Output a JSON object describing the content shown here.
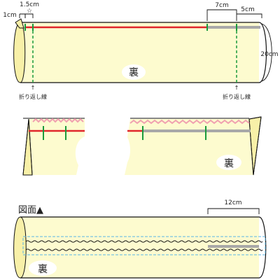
{
  "colors": {
    "fabric": "#fdfbcf",
    "fabric_side": "#f8f0a8",
    "outline": "#111111",
    "red_line": "#e0262b",
    "green_mark": "#1a9a3c",
    "gray_gap": "#a8a8a8",
    "zigzag": "#f0a0b0",
    "cut_dash": "#5ab4e6",
    "fold_dash": "#1a9a3c"
  },
  "top": {
    "dim_1cm": "1cm",
    "dim_1_5cm": "1.5cm",
    "star": "☆",
    "dim_7cm": "7cm",
    "dim_5cm": "5cm",
    "dim_20cm": "20cm",
    "wrong_side": "裏",
    "fold_left": "折り返し線",
    "fold_right": "折り返し線"
  },
  "middle": {
    "wrong_side": "裏"
  },
  "bottom": {
    "title": "図面▲",
    "dim_12cm": "12cm",
    "wrong_side": "裏"
  }
}
